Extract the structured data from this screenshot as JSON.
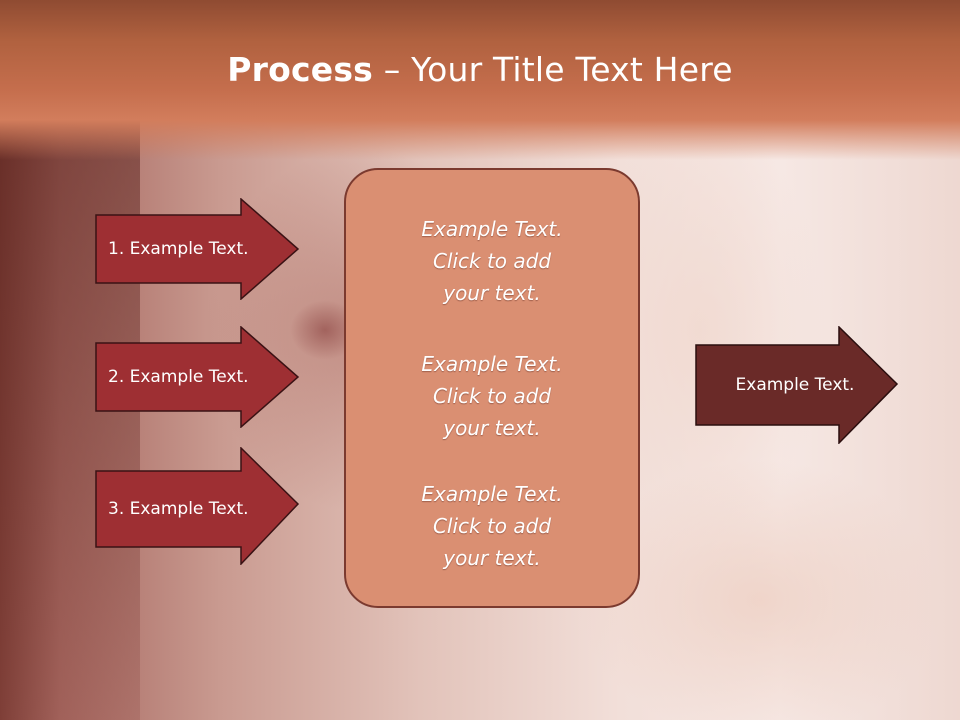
{
  "slide": {
    "title": {
      "bold": "Process",
      "rest": " – Your Title Text Here"
    },
    "left_arrows": [
      {
        "label": "1. Example Text."
      },
      {
        "label": "2. Example Text."
      },
      {
        "label": "3. Example Text."
      }
    ],
    "center_box": {
      "paragraphs": [
        {
          "lines": [
            "Example Text.",
            "Click  to add",
            "your text."
          ]
        },
        {
          "lines": [
            "Example Text.",
            "Click  to add",
            "your text."
          ]
        },
        {
          "lines": [
            "Example Text.",
            "Click  to add",
            "your text."
          ]
        }
      ]
    },
    "right_arrow": {
      "label": "Example Text."
    },
    "colors": {
      "header": "#c56e4d",
      "left_arrow_fill": "#9e2f33",
      "right_arrow_fill": "#6a2a28",
      "box_fill": "#da8f72",
      "outline": "#3a1214"
    }
  }
}
